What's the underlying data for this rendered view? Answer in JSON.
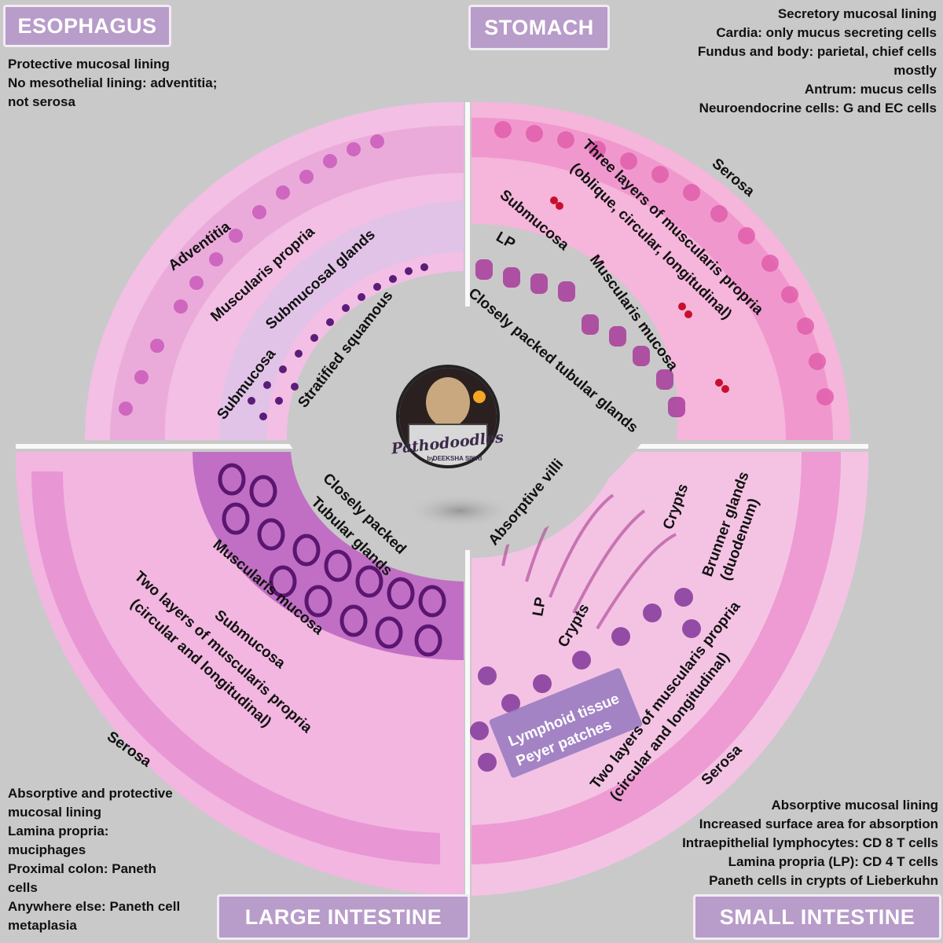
{
  "sections": {
    "esophagus": {
      "title": "ESOPHAGUS",
      "notes": [
        "Protective mucosal lining",
        "No mesothelial lining: adventitia;",
        "not serosa"
      ],
      "labels": {
        "adventitia": "Adventitia",
        "muscularis_propria": "Muscularis propria",
        "submucosal_glands": "Submucosal glands",
        "submucosa": "Submucosa",
        "stratified_squamous": "Stratified squamous"
      }
    },
    "stomach": {
      "title": "STOMACH",
      "notes": [
        "Secretory mucosal lining",
        "Cardia: only mucus secreting cells",
        "Fundus and body: parietal, chief cells",
        "mostly",
        "Antrum: mucus cells",
        "Neuroendocrine cells: G and EC cells"
      ],
      "labels": {
        "serosa": "Serosa",
        "muscularis_line1": "Three layers of muscularis propria",
        "muscularis_line2": "(oblique, circular, longitudinal)",
        "submucosa": "Submucosa",
        "lp": "LP",
        "muscularis_mucosa": "Muscularis mucosa",
        "glands": "Closely packed tubular glands"
      }
    },
    "large_intestine": {
      "title": "LARGE INTESTINE",
      "notes": [
        "Absorptive and protective",
        "mucosal lining",
        "Lamina propria:",
        "muciphages",
        "Proximal colon: Paneth",
        "cells",
        "Anywhere else: Paneth cell",
        "metaplasia"
      ],
      "labels": {
        "glands_line1": "Closely packed",
        "glands_line2": "Tubular glands",
        "muscularis_mucosa": "Muscularis mucosa",
        "submucosa": "Submucosa",
        "muscularis_line1": "Two layers of muscularis propria",
        "muscularis_line2": "(circular and longitudinal)",
        "serosa": "Serosa"
      }
    },
    "small_intestine": {
      "title": "SMALL INTESTINE",
      "notes": [
        "Absorptive mucosal lining",
        "Increased surface area for absorption",
        "Intraepithelial lymphocytes: CD 8 T cells",
        "Lamina propria (LP): CD 4 T cells",
        "Paneth cells in crypts of Lieberkuhn"
      ],
      "labels": {
        "absorptive_villi": "Absorptive villi",
        "crypts_top": "Crypts",
        "brunner_line1": "Brunner glands",
        "brunner_line2": "(duodenum)",
        "lp": "LP",
        "crypts_bottom": "Crypts",
        "lymphoid_line1": "Lymphoid tissue",
        "lymphoid_line2": "Peyer patches",
        "muscularis_line1": "Two layers of muscularis propria",
        "muscularis_line2": "(circular and longitudinal)",
        "serosa": "Serosa"
      }
    }
  },
  "logo": {
    "name": "Pathodoodles",
    "by": "by",
    "author": "DEEKSHA SIKRI"
  },
  "colors": {
    "background": "#c9c9c9",
    "title_box": "#b89cc9",
    "pink_tissue": "#f2a9d4",
    "purple_tissue": "#8a3d9c",
    "lymphoid_box": "#9a7cc0"
  }
}
